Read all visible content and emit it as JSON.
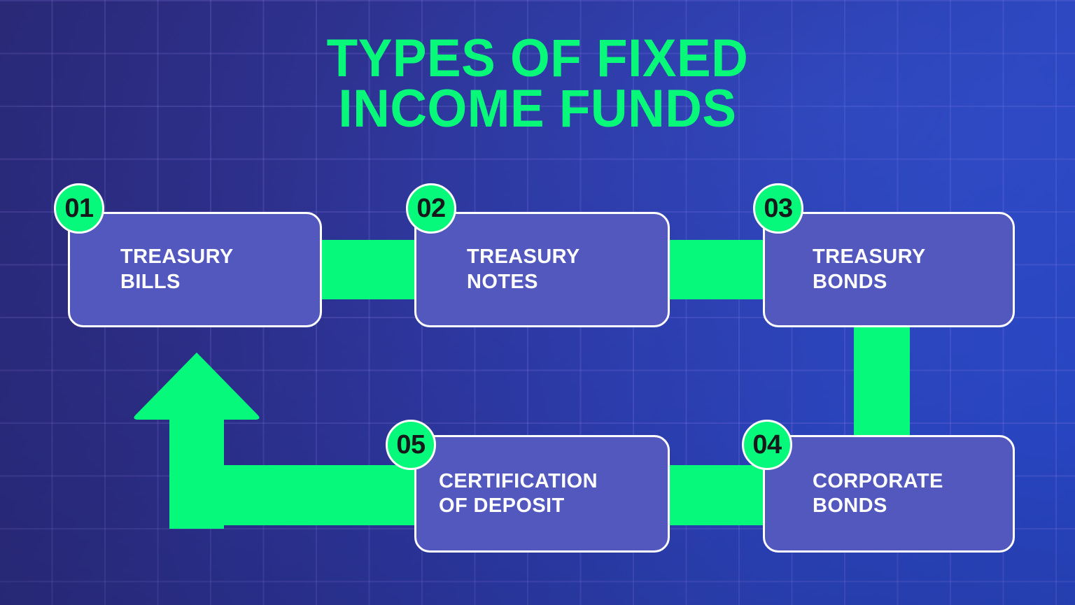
{
  "title": "TYPES OF FIXED\nINCOME FUNDS",
  "colors": {
    "accent_green": "#07F97B",
    "box_fill": "#5258BE",
    "box_border": "#FFFFFF",
    "background_dark": "#2B2B7D",
    "background_light": "#2746C4",
    "badge_text": "#15191C",
    "label_text": "#FFFFFF",
    "grid_line": "#9682EB"
  },
  "steps": [
    {
      "number": "01",
      "label": "TREASURY\nBILLS"
    },
    {
      "number": "02",
      "label": "TREASURY\nNOTES"
    },
    {
      "number": "03",
      "label": "TREASURY\nBONDS"
    },
    {
      "number": "04",
      "label": "CORPORATE\nBONDS"
    },
    {
      "number": "05",
      "label": "CERTIFICATION\nOF DEPOSIT"
    }
  ],
  "connectors": [
    {
      "name": "connector-01-to-02",
      "orientation": "horizontal"
    },
    {
      "name": "connector-02-to-03",
      "orientation": "horizontal"
    },
    {
      "name": "connector-03-to-04",
      "orientation": "vertical"
    },
    {
      "name": "connector-04-to-05",
      "orientation": "horizontal"
    },
    {
      "name": "connector-05-to-01-arrow",
      "orientation": "L-shaped-up-arrow"
    }
  ]
}
